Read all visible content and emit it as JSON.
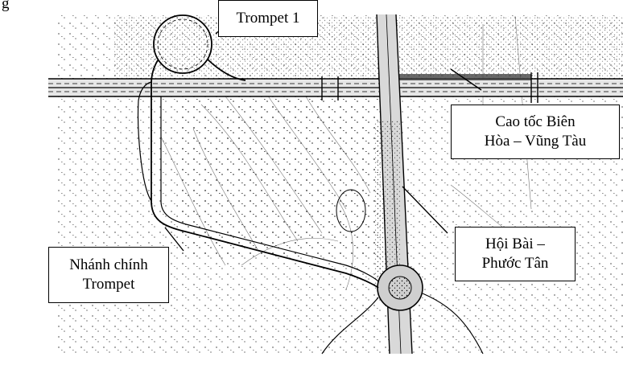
{
  "header_fragment": "g",
  "labels": {
    "trompet1": "Trompet 1",
    "caotoc_line1": "Cao tốc Biên",
    "caotoc_line2": "Hòa – Vũng Tàu",
    "hoibai_line1": "Hội Bài –",
    "hoibai_line2": "Phước Tân",
    "nhanh_line1": "Nhánh chính",
    "nhanh_line2": "Trompet"
  },
  "colors": {
    "ink": "#000000",
    "paper": "#ffffff",
    "road_fill": "#d9d9d9"
  }
}
